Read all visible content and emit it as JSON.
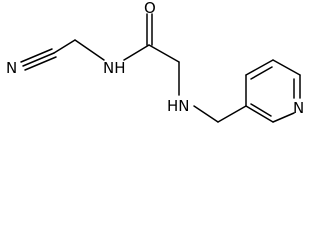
{
  "molecule": {
    "atoms": {
      "nitrile_n": "N",
      "amide_nh": "NH",
      "carbonyl_o": "O",
      "amine_hn": "HN",
      "pyridine_n": "N"
    },
    "colors": {
      "bond": "#000000",
      "label": "#000000",
      "background": "#ffffff"
    }
  }
}
